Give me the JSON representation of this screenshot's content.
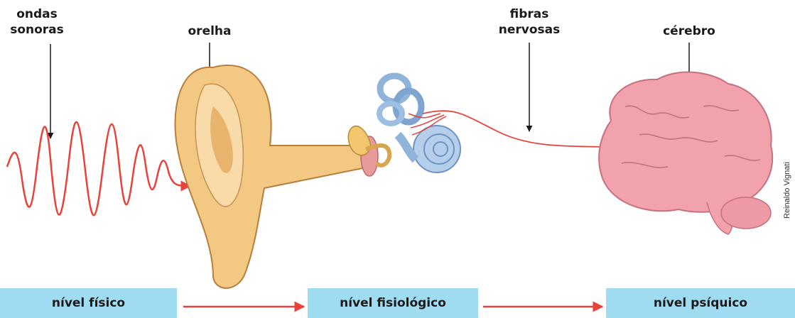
{
  "labels": {
    "sound_waves": "ondas sonoras",
    "ear": "orelha",
    "nerve_fibers": "fibras nervosas",
    "brain": "cérebro"
  },
  "levels": [
    {
      "label": "nível físico"
    },
    {
      "label": "nível fisiológico"
    },
    {
      "label": "nível psíquico"
    }
  ],
  "credit": "Reinaldo Vignati",
  "colors": {
    "level_box": "#9fdcf2",
    "arrow_red": "#e8423a",
    "ear_skin": "#f3c883",
    "inner_ear_blue": "#8fb3d9",
    "brain_pink": "#f2a2ad"
  }
}
